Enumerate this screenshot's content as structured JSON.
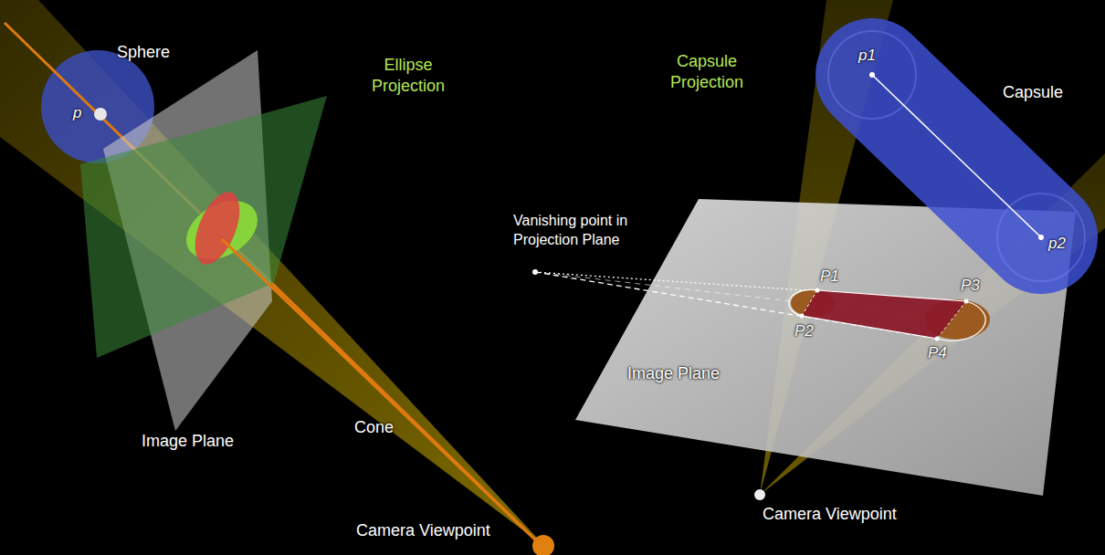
{
  "diagram": {
    "labels": [
      "Sphere",
      "p",
      "Ellipse Projection",
      "Image Plane",
      "Cone",
      "Camera Viewpoint",
      "Capsule Projection",
      "Capsule",
      "p1",
      "p2",
      "Vanishing point in Projection Plane",
      "P1",
      "P2",
      "P3",
      "P4",
      "Image Plane",
      "Camera Viewpoint"
    ]
  }
}
